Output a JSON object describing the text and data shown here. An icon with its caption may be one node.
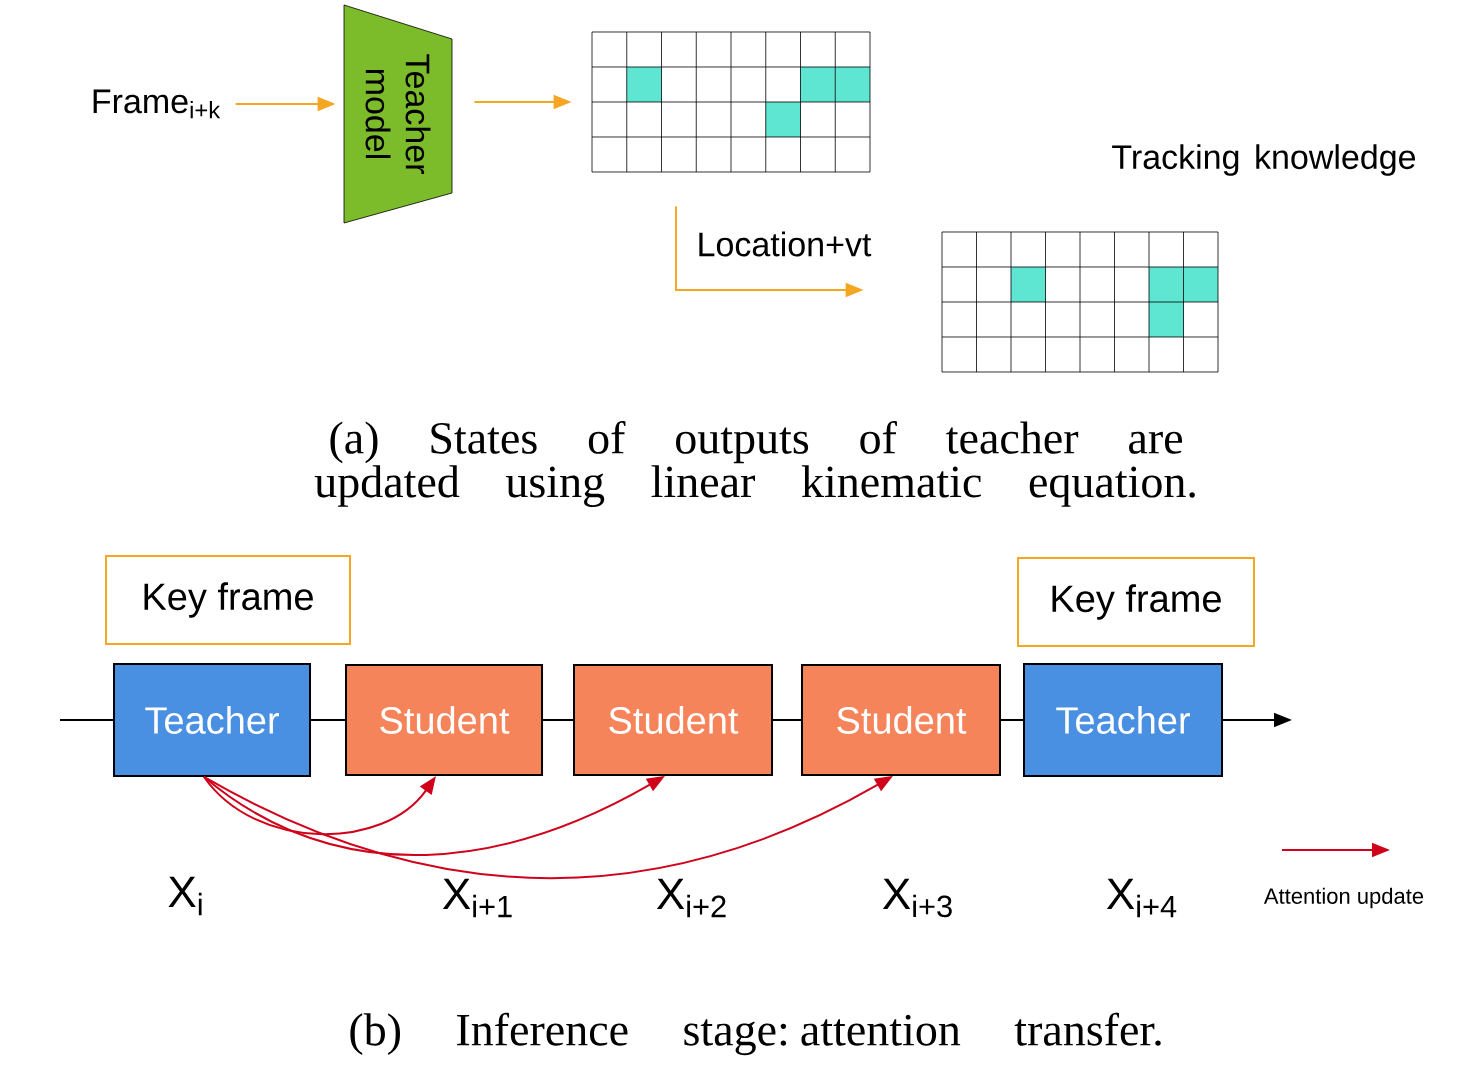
{
  "diagram": {
    "nodes": [
      {
        "text": [
          "Frame$_{i+k}$"
        ]
      },
      {
        "text": [
          "Teacher model"
        ]
      },
      {
        "text": [],
        "shape": "grid"
      },
      {
        "text": [],
        "shape": "grid"
      },
      {
        "text": [
          "Key frame"
        ]
      },
      {
        "text": [
          "Teacher"
        ]
      },
      {
        "text": [
          "Student"
        ]
      },
      {
        "text": [
          "Student"
        ]
      },
      {
        "text": [
          "Student"
        ]
      },
      {
        "text": [
          "Teacher"
        ]
      },
      {
        "text": [
          "Key frame"
        ]
      }
    ],
    "edges": [
      {
        "from": 0,
        "to": 1,
        "arrow": "to",
        "color": "#f5a623"
      },
      {
        "from": 1,
        "to": 2,
        "arrow": "to",
        "color": "#f5a623"
      },
      {
        "from": 2,
        "to": 3,
        "arrow": "to",
        "color": "#f5a623",
        "label": "Location+vt"
      },
      {
        "from": null,
        "to": 5,
        "arrow": "none"
      },
      {
        "from": 5,
        "to": 6,
        "arrow": "none"
      },
      {
        "from": 6,
        "to": 7,
        "arrow": "none"
      },
      {
        "from": 7,
        "to": 8,
        "arrow": "none"
      },
      {
        "from": 8,
        "to": 9,
        "arrow": "none"
      },
      {
        "from": 9,
        "to": null,
        "arrow": "to"
      },
      {
        "from": 5,
        "to": 6,
        "arrow": "to",
        "color": "#d0021b"
      },
      {
        "from": 5,
        "to": 7,
        "arrow": "to",
        "color": "#d0021b"
      },
      {
        "from": 5,
        "to": 8,
        "arrow": "to",
        "color": "#d0021b"
      }
    ],
    "labels": [
      "Tracking knowledge",
      "(a) States of outputs of teacher are updated using linear kinematic equation.",
      "X$_{i}$",
      "X$_{i+1}$",
      "X$_{i+2}$",
      "X$_{i+3}$",
      "X$_{i+4}$",
      "(b) Inference stage: attention transfer."
    ],
    "legend": [
      {
        "text": "Attention update"
      }
    ]
  }
}
